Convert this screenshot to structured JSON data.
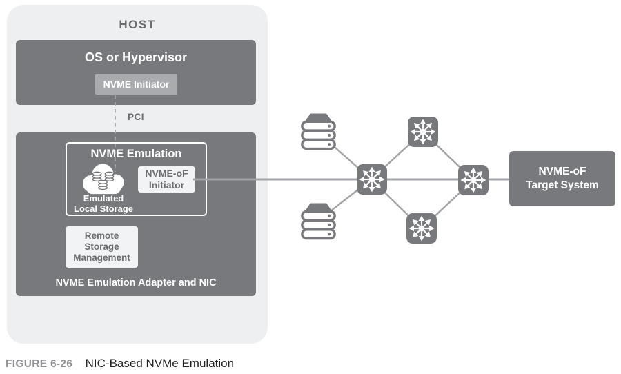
{
  "figure": {
    "host": {
      "title": "HOST",
      "os_box": {
        "title": "OS or Hypervisor",
        "nvme_initiator_label": "NVME Initiator"
      },
      "pci_label": "PCI",
      "adapter": {
        "emulation_box": {
          "title": "NVME Emulation",
          "cloud_icon": "cloud-storage-icon",
          "emulated_storage_line1": "Emulated",
          "emulated_storage_line2": "Local Storage",
          "nvme_of_initiator_line1": "NVME-oF",
          "nvme_of_initiator_line2": "Initiator"
        },
        "remote_mgmt_lines": [
          "Remote",
          "Storage",
          "Management"
        ],
        "label": "NVME Emulation Adapter and NIC"
      }
    },
    "network": {
      "server_icon": "storage-array-icon",
      "switch_icon": "network-switch-icon",
      "server_count": 2,
      "switch_count": 4,
      "target_box": {
        "line1": "NVME-oF",
        "line2": "Target System"
      }
    },
    "caption": {
      "figure_label": "FIGURE 6-26",
      "title": "NIC-Based NVMe Emulation"
    },
    "colors": {
      "dark_gray_box": "#77797c",
      "host_panel": "#edeff0",
      "mid_gray_box": "#a9abae",
      "light_box": "#f2f3f4",
      "connector_line": "#a2a4a7",
      "label_gray_text": "#6a6c6e",
      "caption_label": "#8f9194",
      "caption_title": "#1e2022"
    }
  }
}
